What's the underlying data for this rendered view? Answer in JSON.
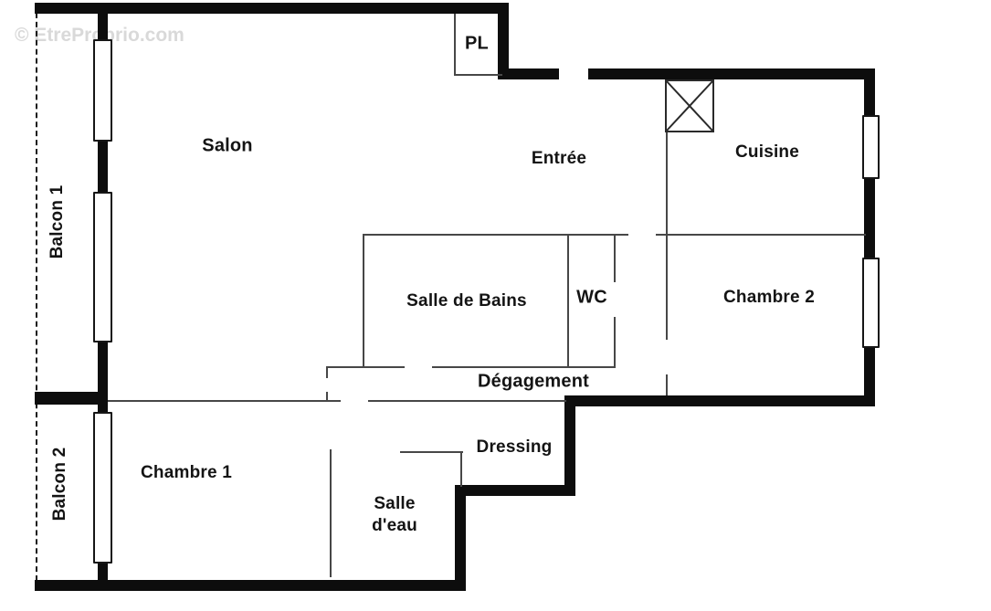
{
  "watermark": "© EtreProprio.com",
  "rooms": {
    "balcon1": "Balcon 1",
    "balcon2": "Balcon 2",
    "salon": "Salon",
    "pl": "PL",
    "entree": "Entrée",
    "cuisine": "Cuisine",
    "salle_de_bains": "Salle de Bains",
    "wc": "WC",
    "chambre2": "Chambre 2",
    "degagement": "Dégagement",
    "dressing": "Dressing",
    "chambre1": "Chambre 1",
    "salle_deau_line1": "Salle",
    "salle_deau_line2": "d'eau"
  },
  "colors": {
    "wall": "#0d0d0d",
    "line": "#474747",
    "text": "#141414",
    "watermark": "#d9d9d9",
    "bg": "#ffffff"
  }
}
